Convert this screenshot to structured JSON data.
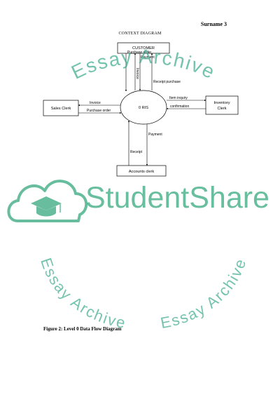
{
  "page": {
    "header": "Surname 3",
    "diagram_title": "CONTEXT DIAGRAM",
    "figure_caption": "Figure 2: Level 0 Data Flow Diagram"
  },
  "diagram": {
    "entities": {
      "customer": "CUSTOMER",
      "sales_clerk": "Sales Clerk",
      "inventory_clerk_line1": "Inventory",
      "inventory_clerk_line2": "Clerk",
      "accounts_clerk": "Accounts clerk"
    },
    "process": "0 RIS",
    "flows": {
      "purchase_order_top": "Purchase order",
      "payment_top": "Payment",
      "invoice_vertical": "Invoice",
      "receipt_purchase": "Receipt purchase",
      "invoice_left": "Invoice",
      "purchase_order_left": "Purchase order",
      "item_inquiry": "Item inquiry",
      "confirmation": "confirmation",
      "payment_bottom": "Payment",
      "receipt_bottom": "Receipt"
    }
  },
  "watermark": {
    "brand": "StudentShare",
    "tagline": "Essay Archive",
    "color": "#3aaa8c"
  }
}
